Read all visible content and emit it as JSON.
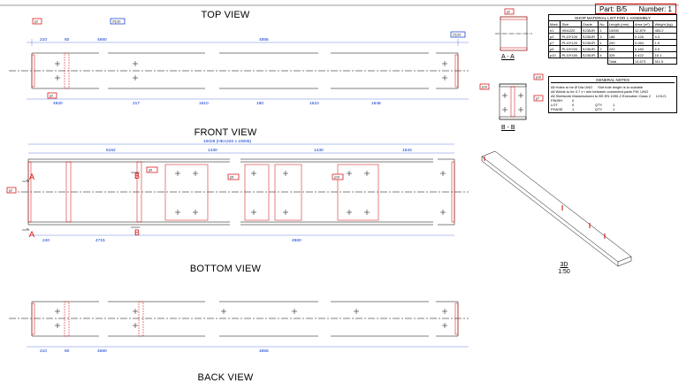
{
  "titles": {
    "top_view": "TOP VIEW",
    "front_view": "FRONT VIEW",
    "bottom_view": "BOTTOM VIEW",
    "back_view": "BACK VIEW"
  },
  "sections": {
    "a_a": "A - A",
    "b_b": "B - B",
    "label_a": "A",
    "label_b": "B"
  },
  "scale_3d": {
    "label": "3D",
    "scale": "1:50"
  },
  "part": {
    "part_label": "Part: B/5",
    "number_label": "Number: 1"
  },
  "bom": {
    "caption": "SHOP MATERIAL LIST FOR 1 ASSEMBLY",
    "headers": [
      "Mark",
      "Size",
      "Grade",
      "No.",
      "Length (mm)",
      "Area (m²)",
      "Weight (kg)"
    ],
    "rows": [
      [
        "b1",
        "HEA220",
        "S235JR",
        "1",
        "10000",
        "12.879",
        "483.2"
      ],
      [
        "p2",
        "PL10*100",
        "S235JR",
        "3",
        "186",
        "0.126",
        "4.3"
      ],
      [
        "p7",
        "PL10*120",
        "S235JR",
        "1",
        "200",
        "0.054",
        "1.9"
      ],
      [
        "p5",
        "PL10*200",
        "S235JR",
        "2",
        "220",
        "0.183",
        "6.9"
      ],
      [
        "p10",
        "PL10*150",
        "S235JR",
        "4",
        "325",
        "0.422",
        "15.1"
      ]
    ],
    "total_label": "Total",
    "total_area": "13.673",
    "total_weight": "511.5"
  },
  "notes": {
    "caption": "GENERAL NOTES",
    "line1": "All Holes to be  Ø Dia UNO",
    "line1b": "Slot hole length is to suitable",
    "line2": "All Welds to be 0.7 x t min between connected parts  FW, UNO",
    "line3": "All Steelwork Manufactured to BS EN 1090-2 Execution Class 2",
    "line3b": "U.N.O.",
    "finish": "FINISH",
    "finish_val": "0",
    "lot": "LOT",
    "lot_val": "0",
    "qty1": "QTY",
    "qty1_val": "1",
    "phase": "PHASE",
    "phase_val": "1",
    "qty2": "QTY",
    "qty2_val": "1"
  },
  "dims": {
    "top_210": "210",
    "top_60": "60",
    "top_4680": "4680",
    "top_4856": "4856",
    "top_4920": "4920",
    "top_217": "217",
    "top_1610a": "1610",
    "top_180": "180",
    "top_1610b": "1610",
    "top_1648": "1648",
    "front_total": "10028 (HEA220 x 10005)",
    "front_5162": "5162",
    "front_1430a": "1430",
    "front_1430b": "1430",
    "front_1533": "1533",
    "front_240": "240",
    "front_4715": "4715",
    "front_4960": "4960",
    "bot_210": "210",
    "bot_60": "60",
    "bot_4680": "4680",
    "bot_4856": "4856"
  },
  "tags": {
    "t1": "p2",
    "t2": "p2",
    "t3": "2*p10",
    "t4": "2*p10",
    "t5": "p2",
    "t6": "p10",
    "t7": "p10",
    "t8": "p7",
    "t9": "p5",
    "t10": "p5",
    "t11": "p10",
    "t12": "p2"
  }
}
